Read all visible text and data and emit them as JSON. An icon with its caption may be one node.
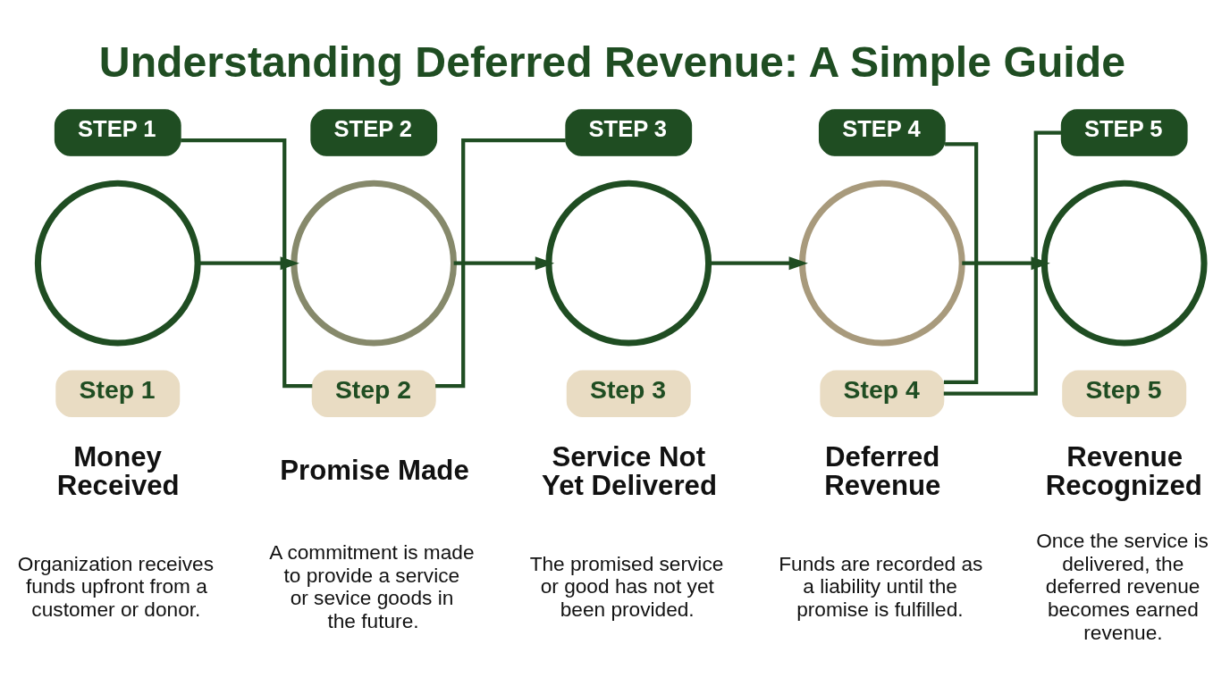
{
  "diagram": {
    "title": "Understanding Deferred Revenue: A Simple Guide",
    "nodes": [
      {
        "text": [
          "STEP 1"
        ]
      },
      {
        "text": [
          "STEP 2"
        ]
      },
      {
        "text": [
          "STEP 3"
        ]
      },
      {
        "text": [
          "STEP 4"
        ]
      },
      {
        "text": [
          "STEP 5"
        ]
      },
      {
        "text": [],
        "shape": "circle"
      },
      {
        "text": [],
        "shape": "circle"
      },
      {
        "text": [],
        "shape": "circle"
      },
      {
        "text": [],
        "shape": "circle"
      },
      {
        "text": [],
        "shape": "circle"
      },
      {
        "text": [
          "Step 1"
        ],
        "beside": [
          "Money Received",
          "Organization receives funds upfront from a customer or donor."
        ]
      },
      {
        "text": [
          "Step 2"
        ],
        "beside": [
          "Promise Made",
          "A commitment is made to provide a service or sevice goods in the future."
        ]
      },
      {
        "text": [
          "Step 3"
        ],
        "beside": [
          "Service Not Yet Delivered",
          "The promised service or good has not yet been provided."
        ]
      },
      {
        "text": [
          "Step 4"
        ],
        "beside": [
          "Deferred Revenue",
          "Funds are recorded as a liability until the promise is fulfilled."
        ]
      },
      {
        "text": [
          "Step 5"
        ],
        "beside": [
          "Revenue Recognized",
          "Once the service is delivered, the deferred revenue becomes earned revenue."
        ]
      }
    ],
    "edges": [
      {
        "from": 5,
        "to": 6,
        "arrow": "to"
      },
      {
        "from": 6,
        "to": 7,
        "arrow": "to"
      },
      {
        "from": 7,
        "to": 8,
        "arrow": "to"
      },
      {
        "from": 8,
        "to": 9,
        "arrow": "to"
      },
      {
        "from": 0,
        "to": 11,
        "arrow": "none"
      },
      {
        "from": 11,
        "to": 2,
        "arrow": "none"
      },
      {
        "from": 3,
        "to": 13,
        "arrow": "none"
      },
      {
        "from": 13,
        "to": 4,
        "arrow": "none"
      }
    ]
  }
}
